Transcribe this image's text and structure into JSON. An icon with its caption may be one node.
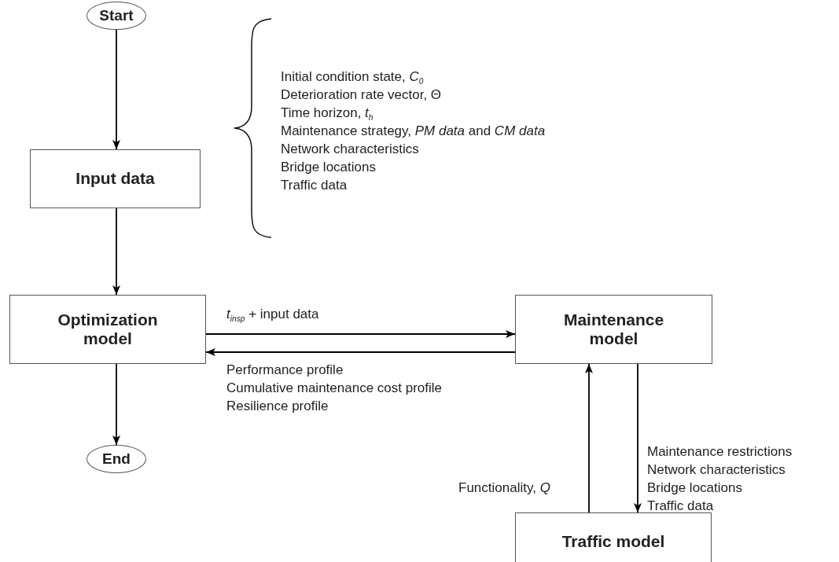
{
  "diagram": {
    "nodes": [
      {
        "text": [
          "Start"
        ]
      },
      {
        "text": [
          "Input data"
        ],
        "beside": [
          "Initial condition state, *C*$_{0}$",
          "Deterioration rate vector, Θ",
          "Time horizon, *t*$_{h}$",
          "Maintenance strategy, *PM data* and *CM data*",
          "Network characteristics",
          "Bridge locations",
          "Traffic data"
        ]
      },
      {
        "text": [
          "Optimization model"
        ]
      },
      {
        "text": [
          "End"
        ]
      },
      {
        "text": [
          "Maintenance model"
        ]
      },
      {
        "text": [
          "Traffic model"
        ]
      }
    ],
    "edges": [
      {
        "from": 0,
        "to": 1,
        "arrow": "to"
      },
      {
        "from": 1,
        "to": 2,
        "arrow": "to"
      },
      {
        "from": 2,
        "to": 4,
        "arrow": "to",
        "label": "*t*$_{insp}$ + input data"
      },
      {
        "from": 4,
        "to": 2,
        "arrow": "to"
      },
      {
        "from": 2,
        "to": 3,
        "arrow": "to"
      },
      {
        "from": 4,
        "to": 5,
        "arrow": "to"
      },
      {
        "from": 5,
        "to": 4,
        "arrow": "to",
        "label": "Functionality, *Q*"
      }
    ],
    "labels": [
      "Performance profile",
      "Cumulative maintenance cost profile",
      "Resilience profile",
      "Maintenance restrictions",
      "Network characteristics",
      "Bridge locations",
      "Traffic data"
    ]
  }
}
